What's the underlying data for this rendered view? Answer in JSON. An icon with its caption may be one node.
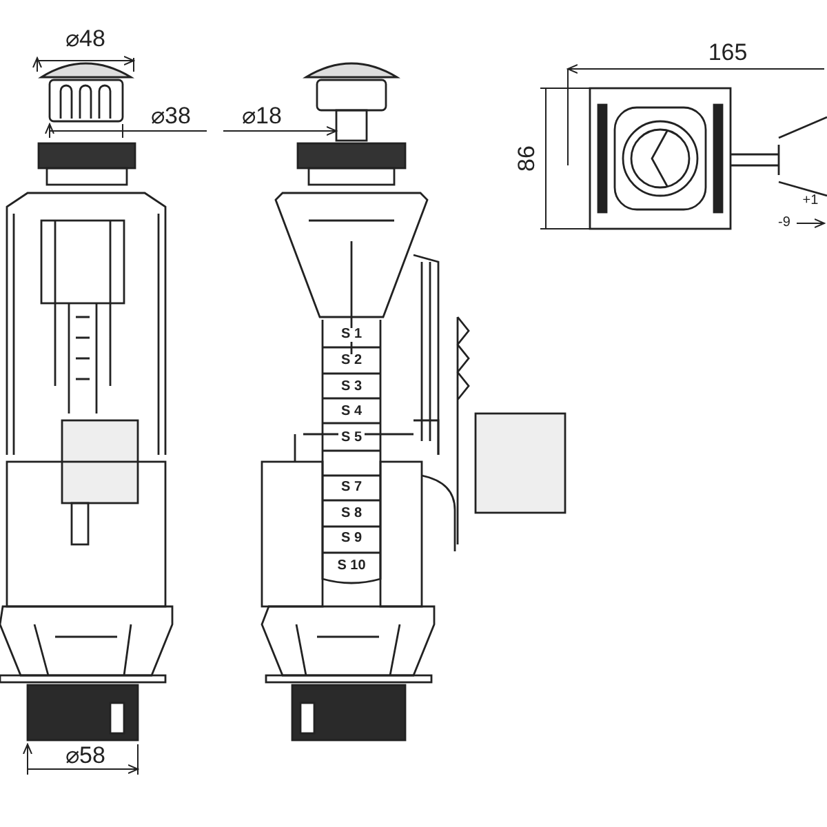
{
  "diagram": {
    "labels": [
      "⌀48",
      "⌀38",
      "⌀18",
      "165",
      "86",
      "+1",
      "-9",
      "S 1",
      "S 2",
      "S 3",
      "S 4",
      "S 5",
      "S 7",
      "S 8",
      "S 9",
      "S 10",
      "⌀58"
    ]
  }
}
